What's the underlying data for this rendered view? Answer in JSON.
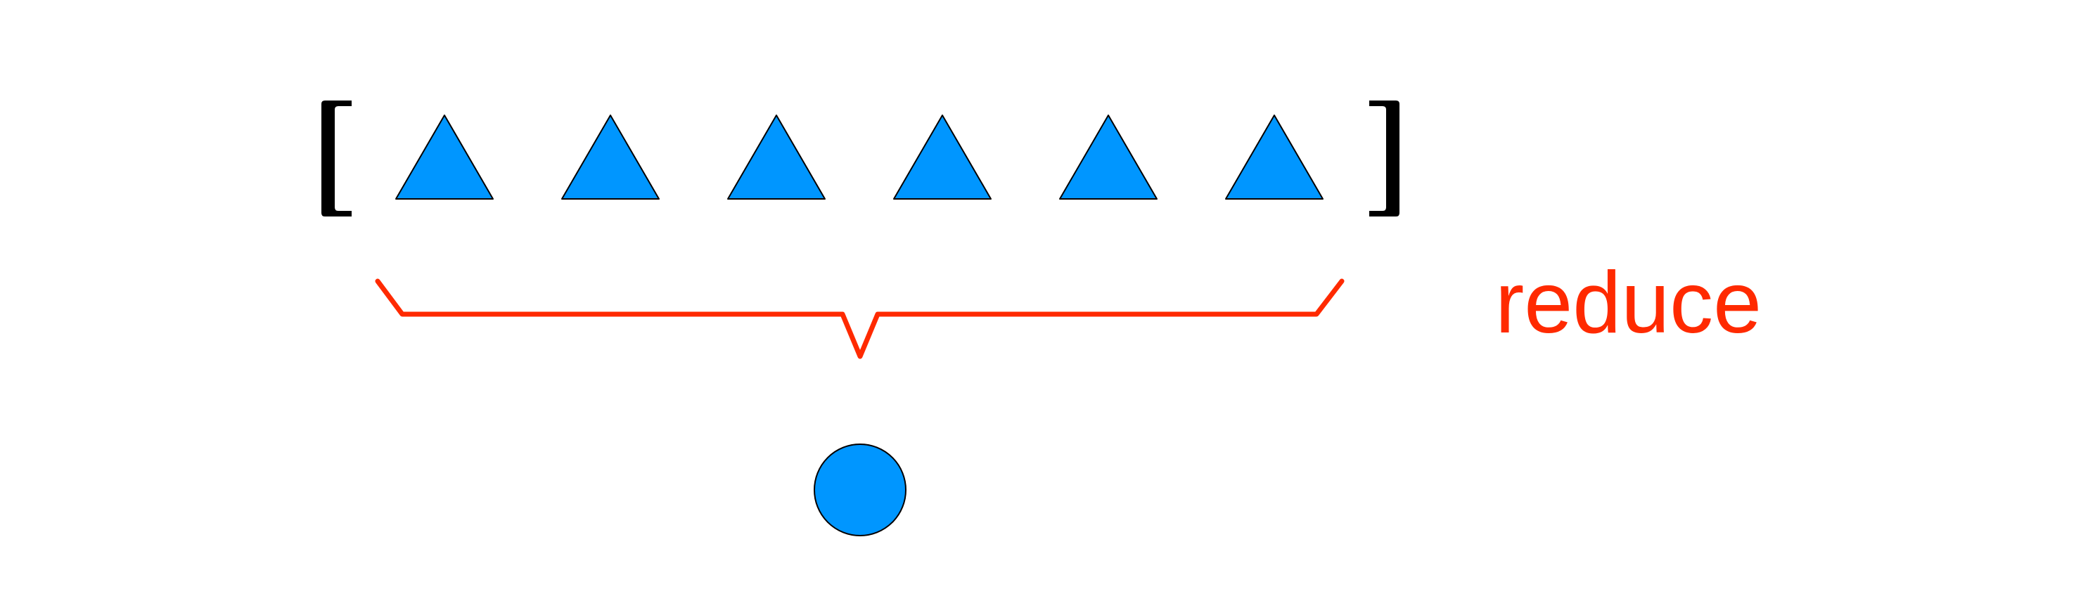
{
  "diagram": {
    "operation_label": "reduce",
    "colors": {
      "shape_fill": "#0096ff",
      "shape_stroke": "#000000",
      "bracket": "#000000",
      "accent": "#ff2a00",
      "background": "#ffffff"
    },
    "input_array": {
      "item_shape": "triangle",
      "item_count": 6
    },
    "output": {
      "shape": "circle"
    }
  }
}
